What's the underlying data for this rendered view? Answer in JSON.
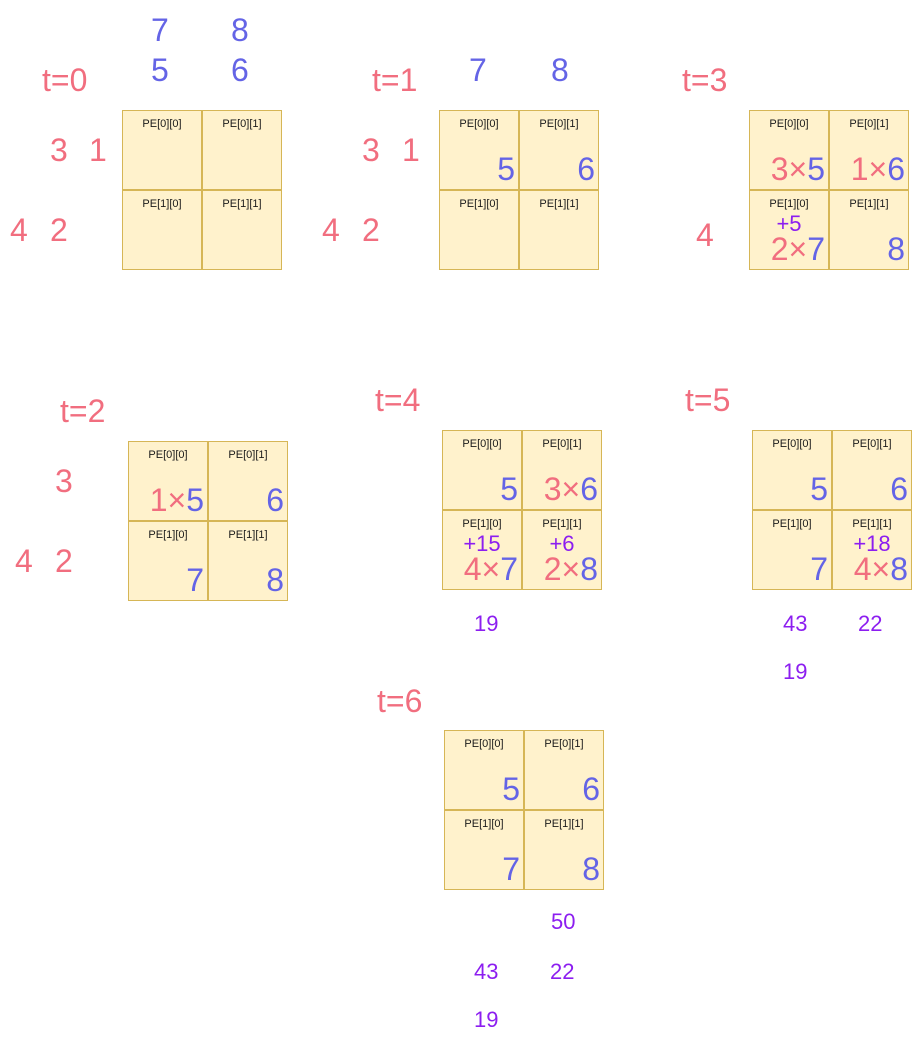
{
  "pe_labels": [
    "PE[0][0]",
    "PE[0][1]",
    "PE[1][0]",
    "PE[1][1]"
  ],
  "colors": {
    "a_values": "#f16e7f",
    "b_values": "#6464e6",
    "partial_sums": "#8c1ef0",
    "cell_fill": "#fff2cc",
    "cell_border": "#d6b656"
  },
  "steps": {
    "t0": {
      "label": "t=0",
      "top_row1": [
        "7",
        "8"
      ],
      "top_row2": [
        "5",
        "6"
      ],
      "left_row1": [
        "3",
        "1"
      ],
      "left_row2": [
        "4",
        "2"
      ],
      "cells": [
        "",
        "",
        "",
        ""
      ]
    },
    "t1": {
      "label": "t=1",
      "top_row1": [
        "7",
        "8"
      ],
      "left_row1": [
        "3",
        "1"
      ],
      "left_row2": [
        "4",
        "2"
      ],
      "cells": [
        "5",
        "6",
        "",
        ""
      ]
    },
    "t2": {
      "label": "t=2",
      "left_row1": [
        "3"
      ],
      "left_row2": [
        "4",
        "2"
      ],
      "cells": [
        "1×5",
        "6",
        "7",
        "8"
      ]
    },
    "t3": {
      "label": "t=3",
      "left_row2": [
        "4"
      ],
      "cells": [
        "3×5",
        "1×6",
        "2×7",
        "8"
      ],
      "partial": {
        "c10": "+5"
      }
    },
    "t4": {
      "label": "t=4",
      "cells": [
        "5",
        "3×6",
        "4×7",
        "2×8"
      ],
      "partial": {
        "c10": "+15",
        "c11": "+6"
      },
      "outputs": [
        "19"
      ]
    },
    "t5": {
      "label": "t=5",
      "cells": [
        "5",
        "6",
        "7",
        "4×8"
      ],
      "partial": {
        "c11": "+18"
      },
      "outputs": [
        "43",
        "22",
        "19"
      ]
    },
    "t6": {
      "label": "t=6",
      "cells": [
        "5",
        "6",
        "7",
        "8"
      ],
      "outputs": [
        "50",
        "43",
        "22",
        "19"
      ]
    }
  }
}
